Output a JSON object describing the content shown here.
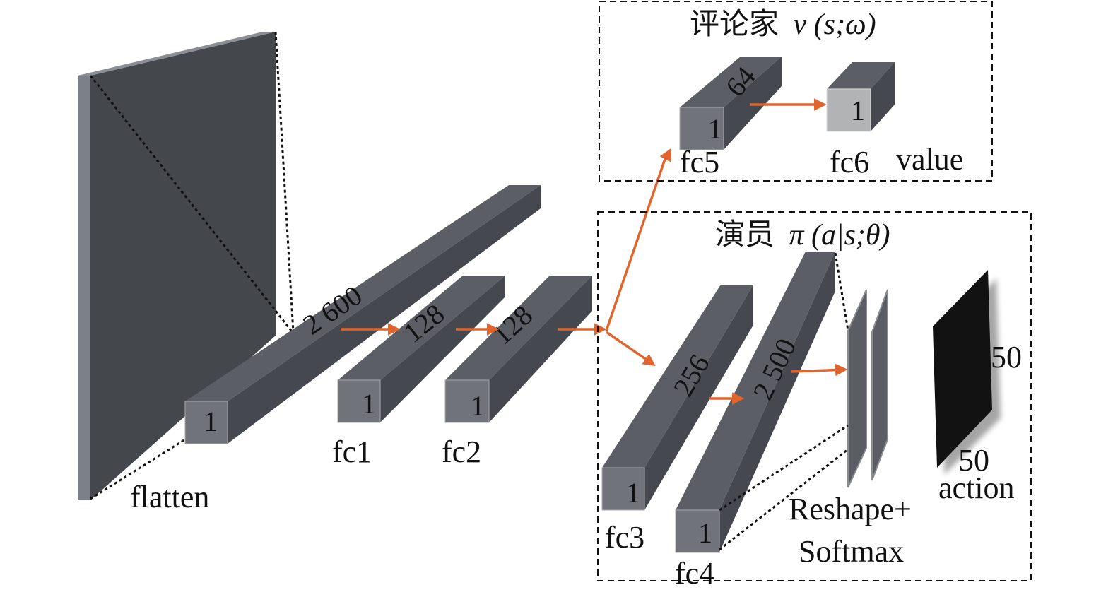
{
  "critic": {
    "title_zh": "评论家",
    "title_math": "v (s;ω)"
  },
  "actor": {
    "title_zh": "演员",
    "title_math": "π (a|s;θ)"
  },
  "layers": {
    "flatten": {
      "label": "flatten",
      "front": "1",
      "length": "2 600"
    },
    "fc1": {
      "label": "fc1",
      "front": "1",
      "length": "128"
    },
    "fc2": {
      "label": "fc2",
      "front": "1",
      "length": "128"
    },
    "fc3": {
      "label": "fc3",
      "front": "1",
      "length": "256"
    },
    "fc4": {
      "label": "fc4",
      "front": "1",
      "length": "2 500"
    },
    "fc5": {
      "label": "fc5",
      "front": "1",
      "length": "64"
    },
    "fc6": {
      "label": "fc6",
      "front": "1",
      "output": "value"
    }
  },
  "reshape": {
    "line1": "Reshape+",
    "line2": "Softmax"
  },
  "action": {
    "label": "action",
    "dim_h": "50",
    "dim_w": "50"
  },
  "colors": {
    "arrow": "#e0642c",
    "block_front": "#70737a",
    "block_side": "#45484e",
    "block_top": "#5b5e64",
    "input_plane": "#44474c",
    "output_plane": "#121212"
  }
}
